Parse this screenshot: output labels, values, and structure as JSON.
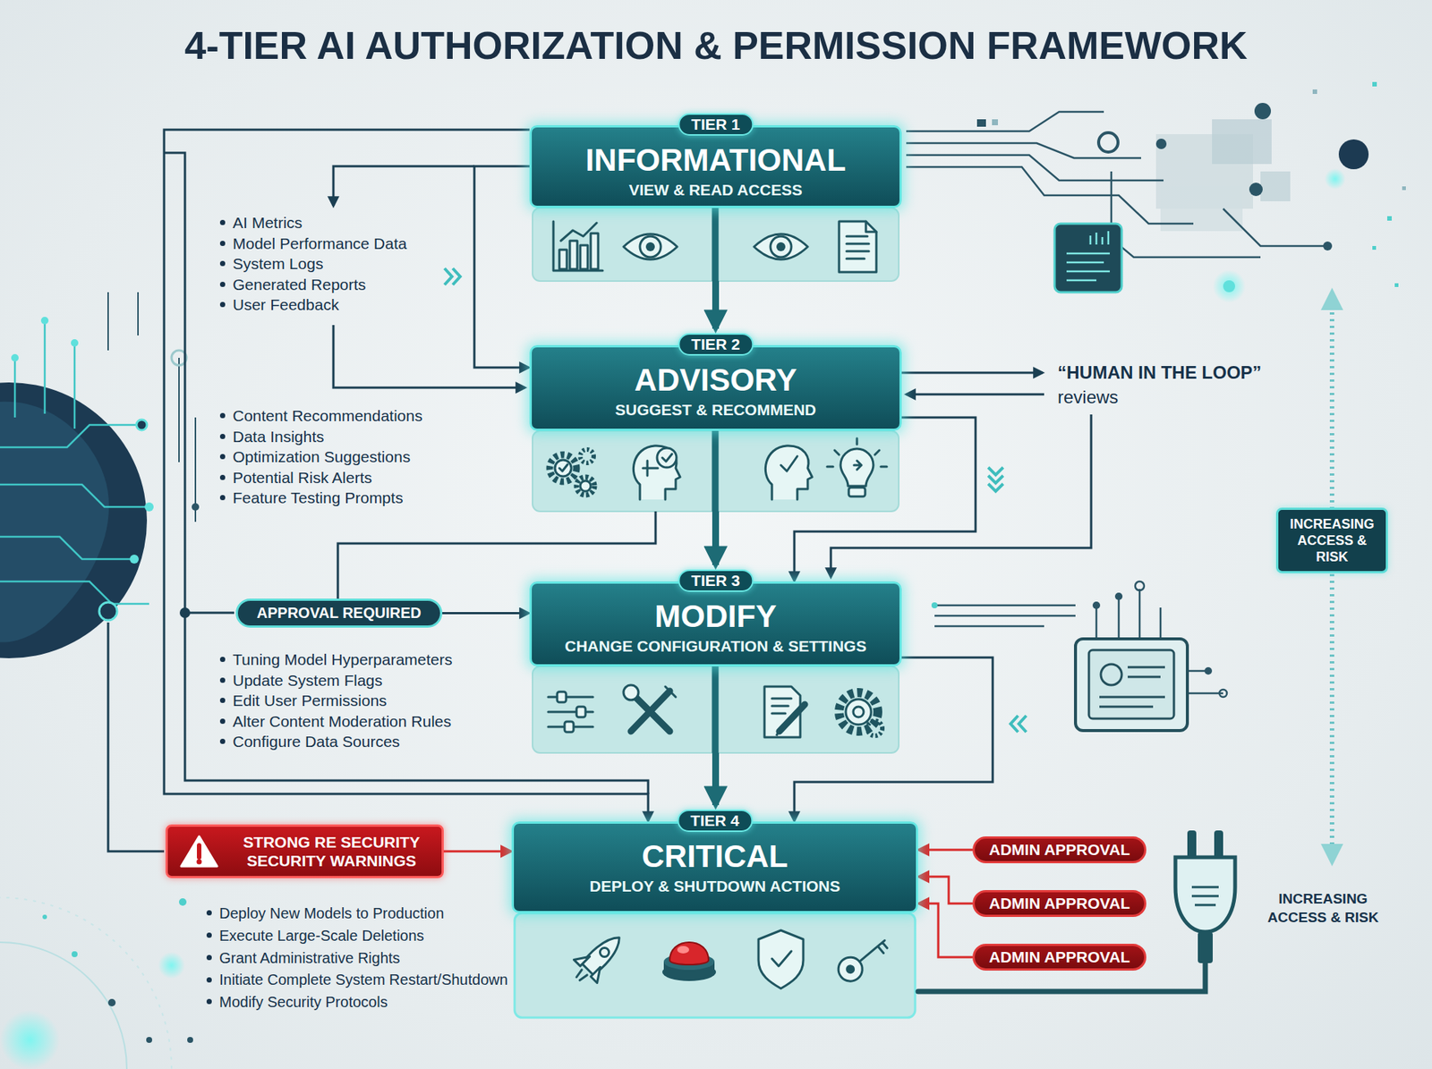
{
  "diagram": {
    "title": "4-TIER AI AUTHORIZATION & PERMISSION FRAMEWORK",
    "nodes": [
      {
        "text": [
          "TIER 1",
          "INFORMATIONAL",
          "VIEW & READ ACCESS"
        ]
      },
      {
        "text": [
          "TIER 2",
          "ADVISORY",
          "SUGGEST & RECOMMEND"
        ]
      },
      {
        "text": [
          "INCREASING ACCESS & RISK"
        ]
      },
      {
        "text": [
          "APPROVAL REQUIRED"
        ]
      },
      {
        "text": [
          "TIER 3",
          "MODIFY",
          "CHANGE CONFIGURATION & SETTINGS"
        ]
      },
      {
        "text": [
          "STRONG RE SECURITY SECURITY WARNINGS"
        ]
      },
      {
        "text": [
          "TIER 4",
          "CRITICAL",
          "DEPLOY & SHUTDOWN ACTIONS"
        ]
      },
      {
        "text": [
          "ADMIN APPROVAL"
        ]
      },
      {
        "text": [
          "ADMIN APPROVAL"
        ]
      },
      {
        "text": [
          "ADMIN APPROVAL"
        ]
      }
    ],
    "edges": [
      {
        "from": 0,
        "to": 1,
        "arrow": "to"
      },
      {
        "from": 0,
        "to": 1,
        "arrow": "to"
      },
      {
        "from": 0,
        "to": 6,
        "arrow": "to"
      },
      {
        "from": 1,
        "to": 4,
        "arrow": "to"
      },
      {
        "from": 1,
        "to": 4,
        "arrow": "to"
      },
      {
        "from": 1,
        "to": 3,
        "arrow": "none"
      },
      {
        "from": 3,
        "to": 4,
        "arrow": "to"
      },
      {
        "from": 4,
        "to": 6,
        "arrow": "to"
      },
      {
        "from": 4,
        "to": 6,
        "arrow": "to"
      },
      {
        "from": 5,
        "to": 6,
        "arrow": "to"
      },
      {
        "from": 7,
        "to": 6,
        "arrow": "to"
      },
      {
        "from": 8,
        "to": 6,
        "arrow": "to"
      },
      {
        "from": 9,
        "to": 6,
        "arrow": "to"
      }
    ],
    "labels": [
      "AI Metrics",
      "Model Performance Data",
      "System Logs",
      "Generated Reports",
      "User Feedback",
      "Content Recommendations",
      "Data Insights",
      "Optimization Suggestions",
      "Potential Risk Alerts",
      "Feature Testing Prompts",
      "Tuning Model Hyperparameters",
      "Update System Flags",
      "Edit User Permissions",
      "Alter Content Moderation Rules",
      "Configure Data Sources",
      "Deploy New Models to Production",
      "Execute Large-Scale Deletions",
      "Grant Administrative Rights",
      "Initiate Complete System Restart/Shutdown",
      "Modify Security Protocols",
      "“HUMAN IN THE LOOP”",
      "reviews",
      "INCREASING ACCESS & RISK"
    ]
  }
}
